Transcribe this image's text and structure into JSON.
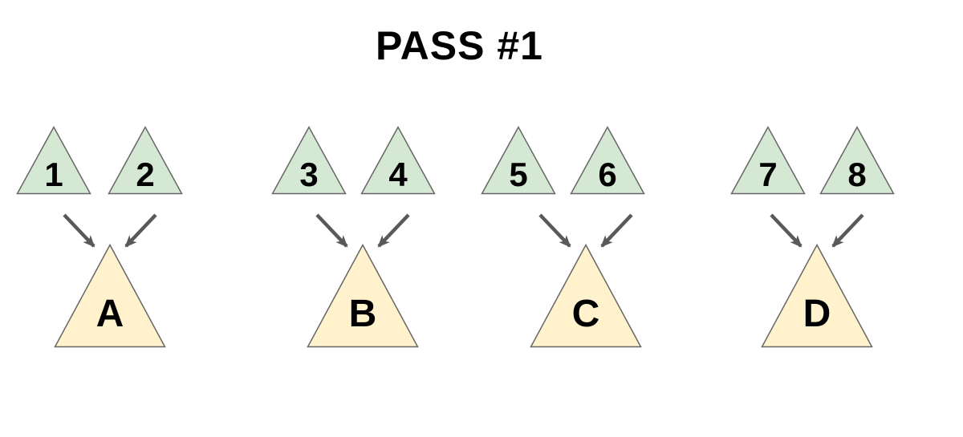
{
  "title": "PASS #1",
  "colors": {
    "background": "#ffffff",
    "input_triangle_fill": "#d5e8d4",
    "input_triangle_stroke": "#666666",
    "output_triangle_fill": "#fff2cc",
    "output_triangle_stroke": "#666666",
    "arrow_color": "#595959",
    "text_color": "#000000"
  },
  "groups": [
    {
      "name": "group-a",
      "inputs": [
        "1",
        "2"
      ],
      "output": "A"
    },
    {
      "name": "group-b",
      "inputs": [
        "3",
        "4"
      ],
      "output": "B"
    },
    {
      "name": "group-c",
      "inputs": [
        "5",
        "6"
      ],
      "output": "C"
    },
    {
      "name": "group-d",
      "inputs": [
        "7",
        "8"
      ],
      "output": "D"
    }
  ]
}
